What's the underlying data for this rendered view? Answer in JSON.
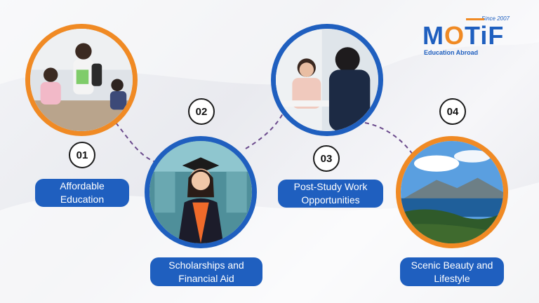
{
  "logo": {
    "since": "Since 2007",
    "word_m": "M",
    "word_o": "O",
    "word_rest": "TiF",
    "tagline": "Education Abroad"
  },
  "steps": [
    {
      "number": "01",
      "label": "Affordable\nEducation"
    },
    {
      "number": "02",
      "label": "Scholarships and\nFinancial Aid"
    },
    {
      "number": "03",
      "label": "Post-Study Work\nOpportunities"
    },
    {
      "number": "04",
      "label": "Scenic Beauty and\nLifestyle"
    }
  ],
  "colors": {
    "blue": "#1f5fbf",
    "orange": "#f08a24"
  }
}
